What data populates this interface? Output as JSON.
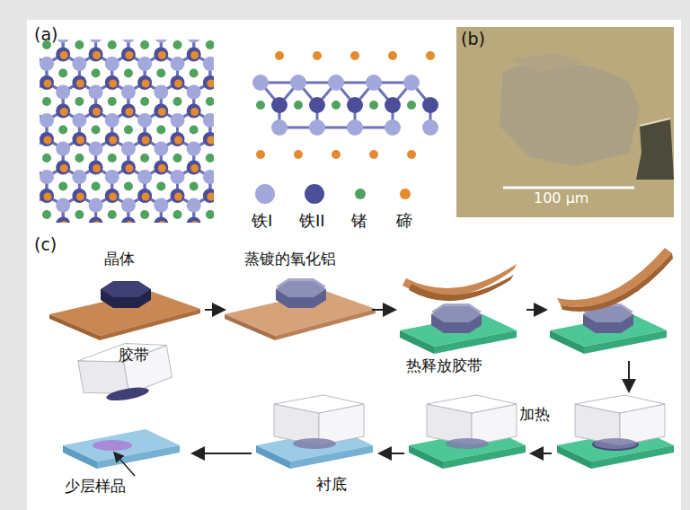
{
  "diagram": {
    "labels": [
      "(a)",
      "(b)",
      "(c)",
      "铁I",
      "铁II",
      "锗",
      "碲",
      "100 μm",
      "晶体",
      "蒸镀的氧化铝",
      "胶带",
      "热释放胶带",
      "加热",
      "少层样品",
      "衬底"
    ]
  }
}
